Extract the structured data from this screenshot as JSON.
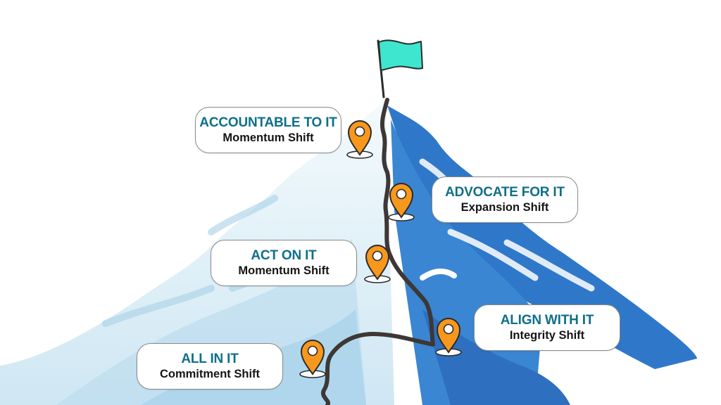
{
  "stages": [
    {
      "id": "accountable",
      "title": "ACCOUNTABLE TO IT",
      "shift": "Momentum Shift"
    },
    {
      "id": "advocate",
      "title": "ADVOCATE FOR IT",
      "shift": "Expansion Shift"
    },
    {
      "id": "act",
      "title": "ACT ON IT",
      "shift": "Momentum Shift"
    },
    {
      "id": "align",
      "title": "ALIGN WITH IT",
      "shift": "Integrity Shift"
    },
    {
      "id": "all-in",
      "title": "ALL IN IT",
      "shift": "Commitment Shift"
    }
  ],
  "colors": {
    "title_text": "#0e6f8a",
    "shift_text": "#151515",
    "pin_fill": "#f7981d",
    "pin_outline": "#2b2b2b",
    "trail": "#3d3735",
    "flag": "#3ee6cf",
    "mountain_shadow": "#2f78c9",
    "mountain_light": "#e3f1f8"
  },
  "icons": {
    "stage_marker": "map-pin-icon",
    "summit": "flag-icon"
  }
}
